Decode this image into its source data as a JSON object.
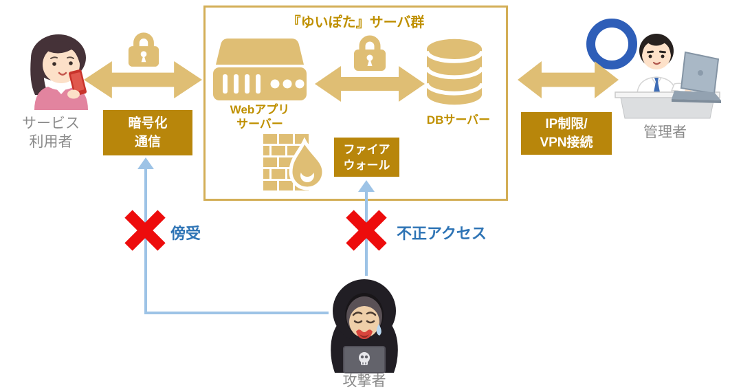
{
  "colors": {
    "gold_icon": "#DFBE74",
    "gold_box": "#B8860B",
    "gold_text": "#BF9000",
    "box_border": "#D3AE56",
    "blue_line": "#9DC3E6",
    "blue_text": "#2E74B5",
    "red_x": "#ED0C0C",
    "ring_blue": "#2E5EB8",
    "gray_text": "#8A8A8A"
  },
  "server_group": {
    "title": "『ゆいぽた』サーバ群",
    "web_server": {
      "label_line1": "Webアプリ",
      "label_line2": "サーバー"
    },
    "db_server": {
      "label": "DBサーバー"
    },
    "firewall": {
      "label_line1": "ファイア",
      "label_line2": "ウォール"
    }
  },
  "left": {
    "user_label_line1": "サービス",
    "user_label_line2": "利用者",
    "encryption_box_line1": "暗号化",
    "encryption_box_line2": "通信"
  },
  "right": {
    "admin_label": "管理者",
    "ip_box_line1": "IP制限/",
    "ip_box_line2": "VPN接続"
  },
  "attacks": {
    "intercept_label": "傍受",
    "unauthorized_label": "不正アクセス",
    "attacker_label": "攻撃者"
  }
}
